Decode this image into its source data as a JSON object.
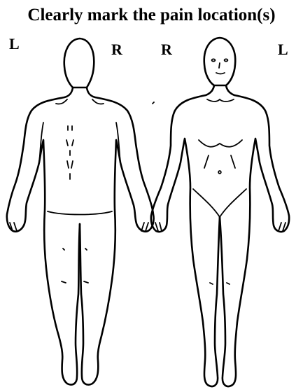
{
  "title": "Clearly mark the pain location(s)",
  "back_view": {
    "left_label": "L",
    "right_label": "R"
  },
  "front_view": {
    "right_label": "R",
    "left_label": "L"
  }
}
